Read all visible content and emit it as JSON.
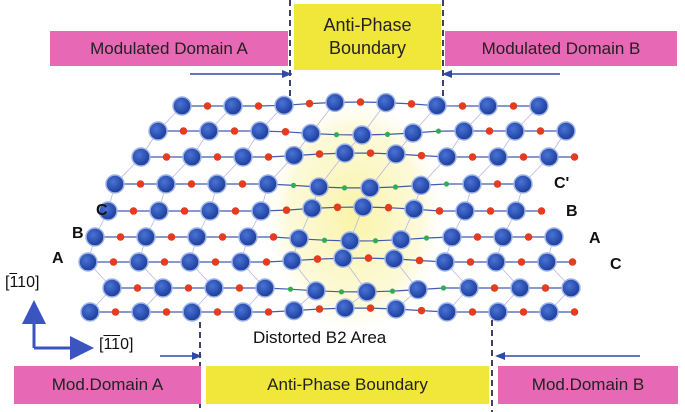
{
  "labels": {
    "top_left": "Modulated Domain A",
    "top_center_line1": "Anti-Phase",
    "top_center_line2": "Boundary",
    "top_right": "Modulated Domain B",
    "bottom_left": "Mod.Domain A",
    "bottom_center": "Anti-Phase Boundary",
    "bottom_right": "Mod.Domain B",
    "center_area": "Distorted B2 Area"
  },
  "axes": {
    "vertical": "[̅1̅10]",
    "vertical_display": "[1̅ 10]",
    "horizontal": "[1̅1̅0]"
  },
  "stacking_left": [
    "C",
    "B",
    "A"
  ],
  "stacking_right": [
    "C'",
    "B",
    "A",
    "C"
  ],
  "colors": {
    "pink": "#e768b4",
    "yellow": "#f1e63a",
    "atom_large": "#2a4fb3",
    "atom_small": "#e53b1f",
    "atom_green": "#2fae4f",
    "glow": "#fbf6b5",
    "line": "#2f49a8",
    "arrow": "#3a55c0"
  }
}
